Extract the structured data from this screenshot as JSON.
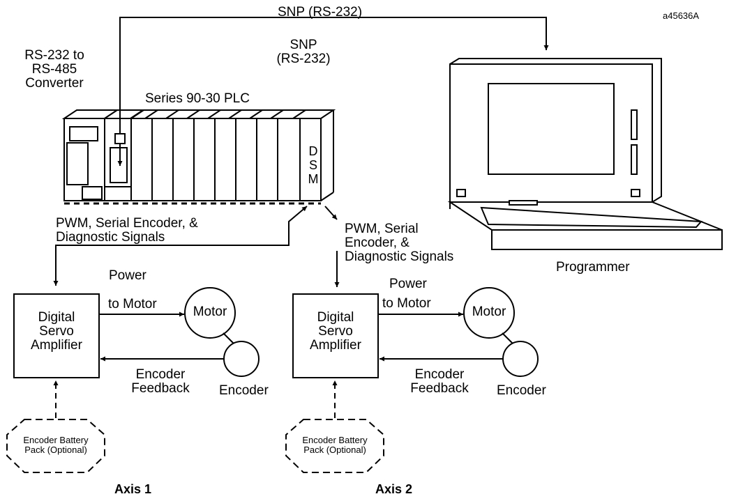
{
  "figure_id": "a45636A",
  "snp_top": "SNP (RS-232)",
  "snp_side": [
    "SNP",
    "(RS-232)"
  ],
  "converter": [
    "RS-232 to",
    "RS-485",
    "Converter"
  ],
  "plc_title": "Series 90-30 PLC",
  "dsm_letters": [
    "D",
    "S",
    "M"
  ],
  "signals_left": [
    "PWM, Serial Encoder, &",
    "Diagnostic Signals"
  ],
  "signals_right": [
    "PWM, Serial",
    "Encoder, &",
    "Diagnostic Signals"
  ],
  "programmer": "Programmer",
  "axes": [
    {
      "power": [
        "Power",
        "to Motor"
      ],
      "amp": [
        "Digital",
        "Servo",
        "Amplifier"
      ],
      "motor": "Motor",
      "feedback": [
        "Encoder",
        "Feedback"
      ],
      "encoder": "Encoder",
      "battery": [
        "Encoder Battery",
        "Pack (Optional)"
      ],
      "axis_label": "Axis 1"
    },
    {
      "power": [
        "Power",
        "to Motor"
      ],
      "amp": [
        "Digital",
        "Servo",
        "Amplifier"
      ],
      "motor": "Motor",
      "feedback": [
        "Encoder",
        "Feedback"
      ],
      "encoder": "Encoder",
      "battery": [
        "Encoder Battery",
        "Pack (Optional)"
      ],
      "axis_label": "Axis 2"
    }
  ]
}
